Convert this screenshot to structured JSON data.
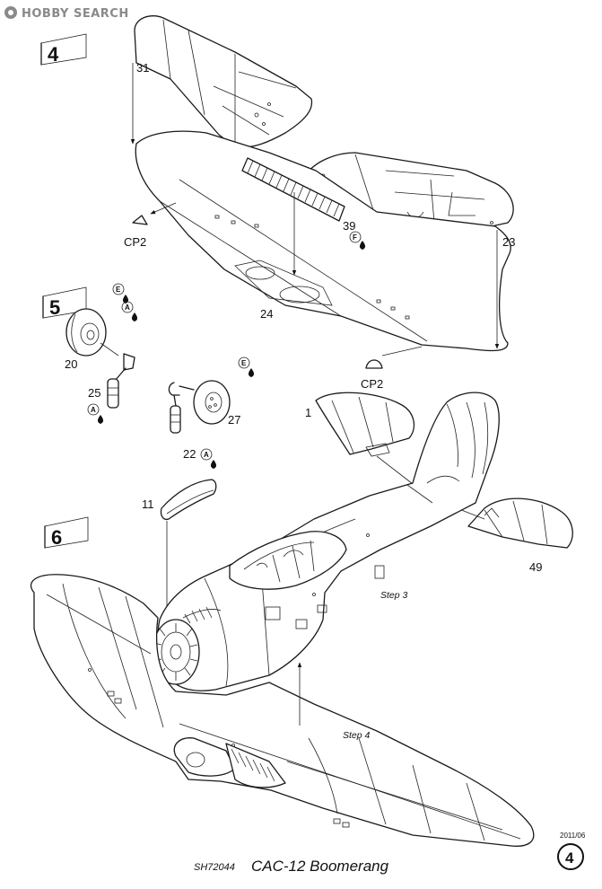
{
  "watermark": {
    "text": "HOBBY SEARCH"
  },
  "steps": [
    {
      "number": "4"
    },
    {
      "number": "5"
    },
    {
      "number": "6"
    }
  ],
  "parts": {
    "p31": "31",
    "p39": "39",
    "p23": "23",
    "p24": "24",
    "cp2_upper": "CP2",
    "cp2_lower": "CP2",
    "p20": "20",
    "p25": "25",
    "p22": "22",
    "p27": "27",
    "p1": "1",
    "p11": "11",
    "p49": "49"
  },
  "paint_codes": {
    "F": "F",
    "E": "E",
    "A": "A"
  },
  "sub_steps": {
    "step3": "Step 3",
    "step4": "Step 4"
  },
  "footer": {
    "kit_code": "SH72044",
    "model_name": "CAC-12 Boomerang",
    "date": "2011/06",
    "page_number": "4"
  },
  "colors": {
    "ink": "#1a1a1a",
    "watermark": "#8a8a8a"
  },
  "icons": [
    "paint-drop-icon",
    "step-flag-icon",
    "assembly-arrow-icon"
  ]
}
